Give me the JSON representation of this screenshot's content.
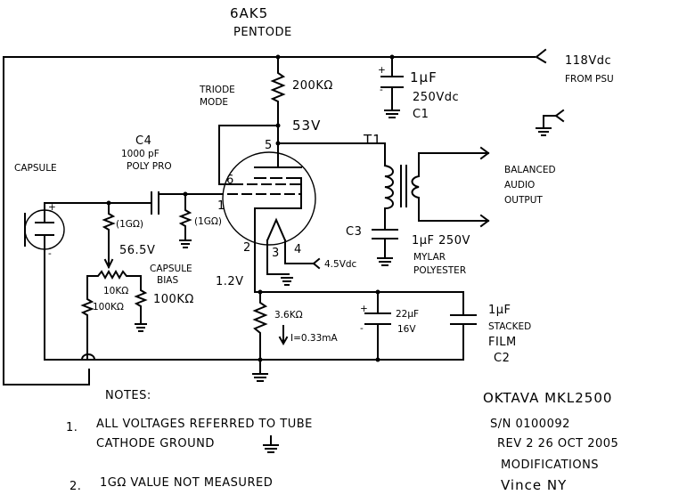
{
  "title": {
    "tube": "6AK5",
    "tube_type": "PENTODE"
  },
  "supply": {
    "voltage": "118Vdc",
    "source": "FROM PSU"
  },
  "components": {
    "plate_resistor": {
      "value": "200KΩ",
      "mode_line1": "TRIODE",
      "mode_line2": "MODE"
    },
    "plate_voltage": "53V",
    "c1": {
      "value": "1µF",
      "rating": "250Vdc",
      "ref": "C1",
      "plus": "+",
      "minus": "-"
    },
    "c4": {
      "ref": "C4",
      "value": "1000 pF",
      "type": "POLY PRO"
    },
    "capsule": {
      "label": "CAPSULE",
      "plus": "+",
      "minus": "-"
    },
    "capsule_bias_resistor": "(1GΩ)",
    "grid_resistor": "(1GΩ)",
    "bias_voltage": "56.5V",
    "capsule_bias": {
      "line1": "CAPSULE",
      "line2": "BIAS"
    },
    "pot": "10KΩ",
    "divider_left": "100KΩ",
    "divider_right": "100KΩ",
    "t1": {
      "ref": "T1"
    },
    "output": {
      "line1": "BALANCED",
      "line2": "AUDIO",
      "line3": "OUTPUT"
    },
    "c3": {
      "ref": "C3",
      "value": "1µF 250V",
      "type_line1": "MYLAR",
      "type_line2": "POLYESTER"
    },
    "heater": "4.5Vdc",
    "cathode_voltage": "1.2V",
    "cathode_resistor": "3.6KΩ",
    "cathode_current": "I=0.33mA",
    "c_bypass": {
      "value": "22µF",
      "rating": "16V",
      "plus": "+",
      "minus": "-"
    },
    "c2": {
      "value": "1µF",
      "type_line1": "STACKED",
      "type_line2": "FILM",
      "ref": "C2"
    }
  },
  "tube_pins": [
    "1",
    "2",
    "3",
    "4",
    "5",
    "6"
  ],
  "notes": {
    "heading": "NOTES:",
    "items": [
      {
        "num": "1.",
        "line1": "ALL VOLTAGES REFERRED TO TUBE",
        "line2": "CATHODE GROUND"
      },
      {
        "num": "2.",
        "line1": "1GΩ VALUE NOT MEASURED"
      }
    ]
  },
  "title_block": {
    "model": "OKTAVA MKL2500",
    "serial": "S/N 0100092",
    "revision": "REV 2   26 OCT 2005",
    "description": "MODIFICATIONS",
    "author": "Vince NY"
  }
}
